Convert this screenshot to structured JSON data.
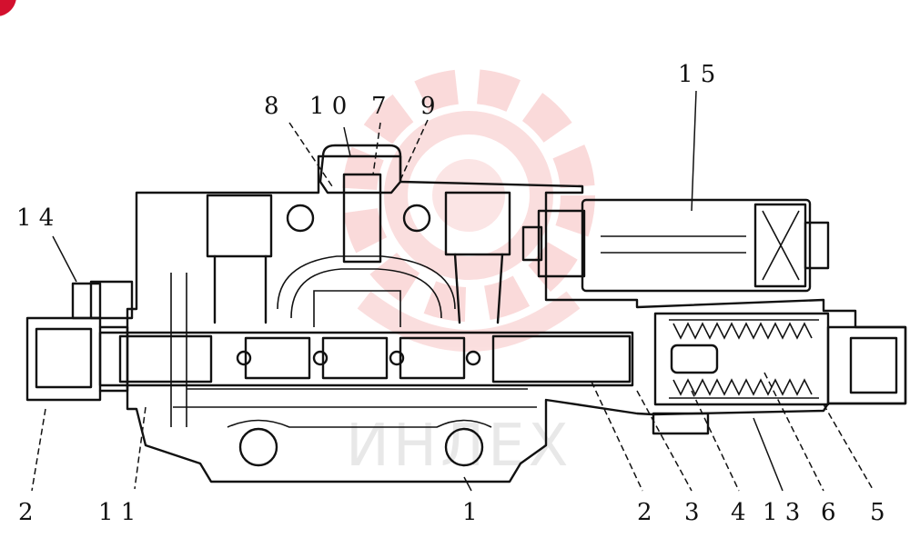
{
  "drawing": {
    "title": "Control valve cross-section",
    "callouts": {
      "c1": "1",
      "c2": "2",
      "c2b": "2",
      "c3": "3",
      "c4": "4",
      "c5": "5",
      "c6": "6",
      "c7": "7",
      "c8": "8",
      "c9": "9",
      "c10": "1 0",
      "c11": "1 1",
      "c13": "1 3",
      "c14": "1 4",
      "c15": "1 5"
    }
  },
  "watermark": {
    "text": "ИНЛЕХ",
    "color": "#f4b6b6"
  },
  "corner_badge_color": "#d3102e"
}
